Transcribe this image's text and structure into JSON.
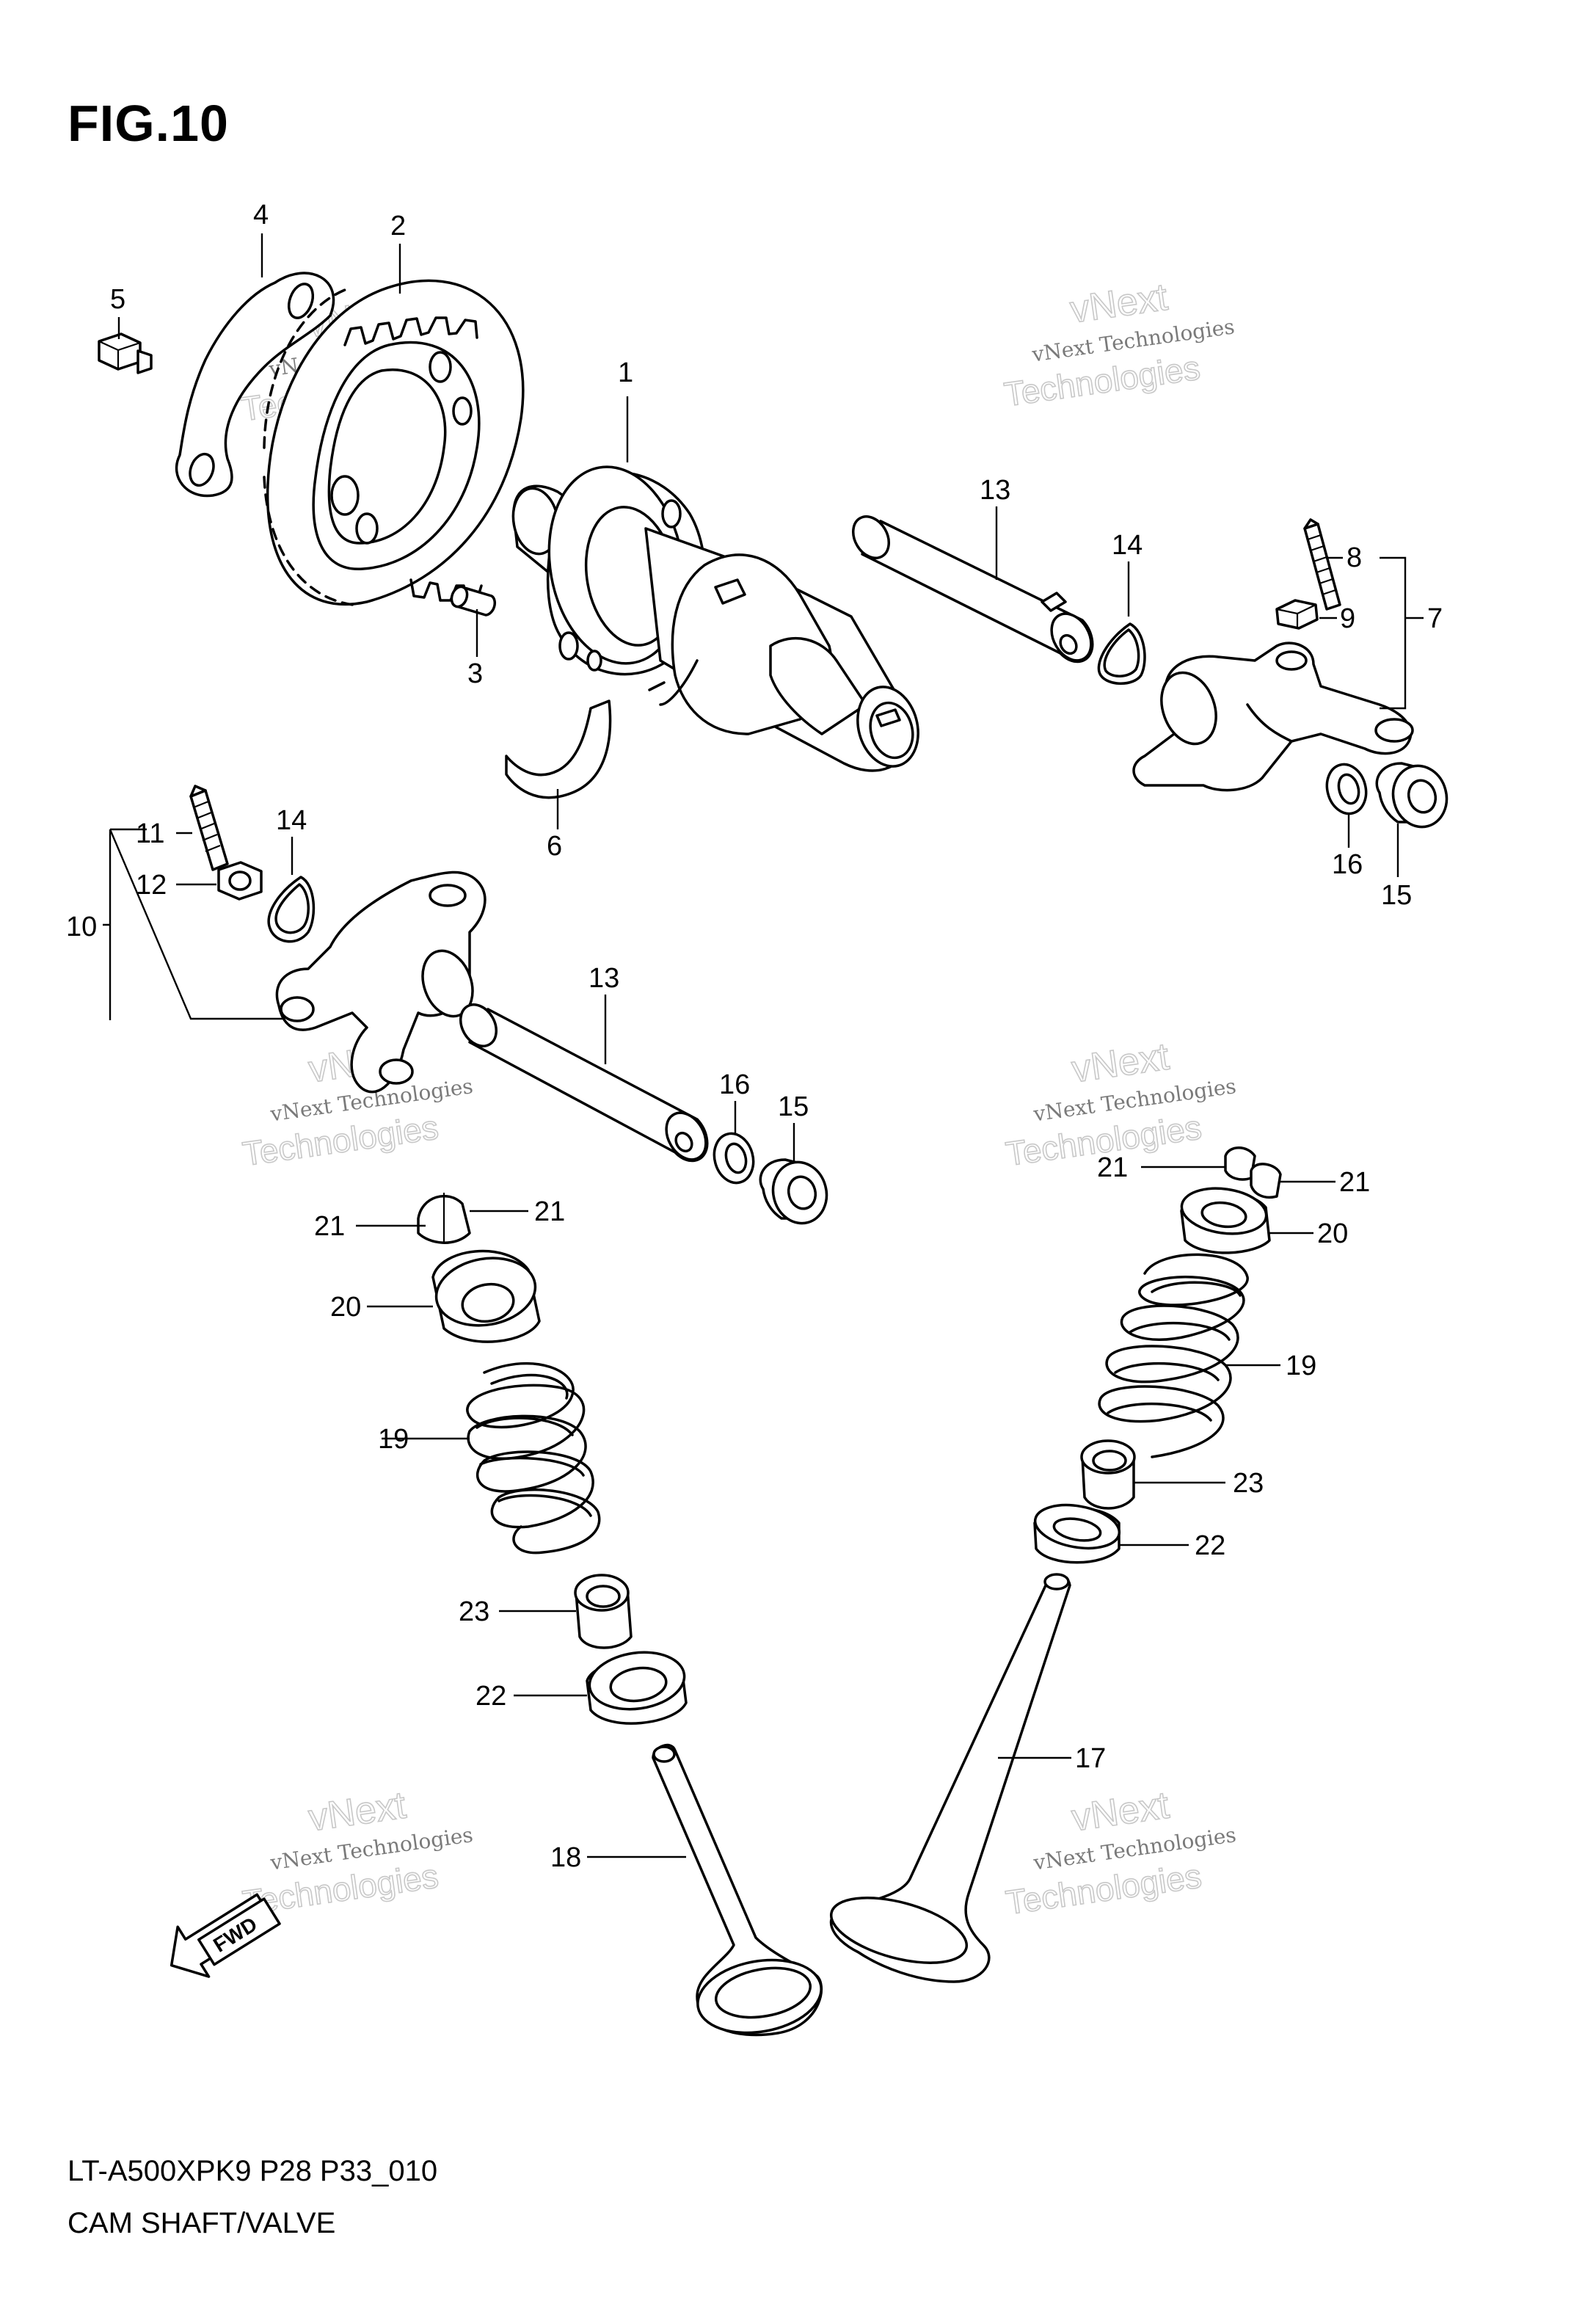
{
  "figure": {
    "title": "FIG.10",
    "model_code": "LT-A500XPK9 P28 P33_010",
    "name": "CAM SHAFT/VALVE",
    "fwd_label": "FWD"
  },
  "watermark": {
    "line1": "vNext Technologies",
    "line2": "vNext",
    "line3": "Technologies"
  },
  "callouts": {
    "c1": "1",
    "c2": "2",
    "c3": "3",
    "c4": "4",
    "c5": "5",
    "c6": "6",
    "c7": "7",
    "c8": "8",
    "c9": "9",
    "c10": "10",
    "c11": "11",
    "c12": "12",
    "c13a": "13",
    "c13b": "13",
    "c14a": "14",
    "c14b": "14",
    "c15a": "15",
    "c15b": "15",
    "c16a": "16",
    "c16b": "16",
    "c17": "17",
    "c18": "18",
    "c19a": "19",
    "c19b": "19",
    "c20a": "20",
    "c20b": "20",
    "c21a": "21",
    "c21b": "21",
    "c21c": "21",
    "c21d": "21",
    "c22a": "22",
    "c22b": "22",
    "c23a": "23",
    "c23b": "23"
  },
  "parts": [
    {
      "no": "1",
      "name": "camshaft"
    },
    {
      "no": "2",
      "name": "cam-sprocket"
    },
    {
      "no": "3",
      "name": "dowel-pin"
    },
    {
      "no": "4",
      "name": "retainer-plate"
    },
    {
      "no": "5",
      "name": "bolt"
    },
    {
      "no": "6",
      "name": "camshaft-stopper"
    },
    {
      "no": "7",
      "name": "rocker-arm-exhaust"
    },
    {
      "no": "8",
      "name": "adjuster-screw"
    },
    {
      "no": "9",
      "name": "nut"
    },
    {
      "no": "10",
      "name": "rocker-arm-intake"
    },
    {
      "no": "11",
      "name": "adjuster-screw"
    },
    {
      "no": "12",
      "name": "nut"
    },
    {
      "no": "13",
      "name": "rocker-shaft"
    },
    {
      "no": "14",
      "name": "spring"
    },
    {
      "no": "15",
      "name": "plug"
    },
    {
      "no": "16",
      "name": "gasket"
    },
    {
      "no": "17",
      "name": "exhaust-valve"
    },
    {
      "no": "18",
      "name": "intake-valve"
    },
    {
      "no": "19",
      "name": "valve-spring"
    },
    {
      "no": "20",
      "name": "spring-retainer"
    },
    {
      "no": "21",
      "name": "cotter"
    },
    {
      "no": "22",
      "name": "spring-seat"
    },
    {
      "no": "23",
      "name": "oil-seal"
    }
  ]
}
